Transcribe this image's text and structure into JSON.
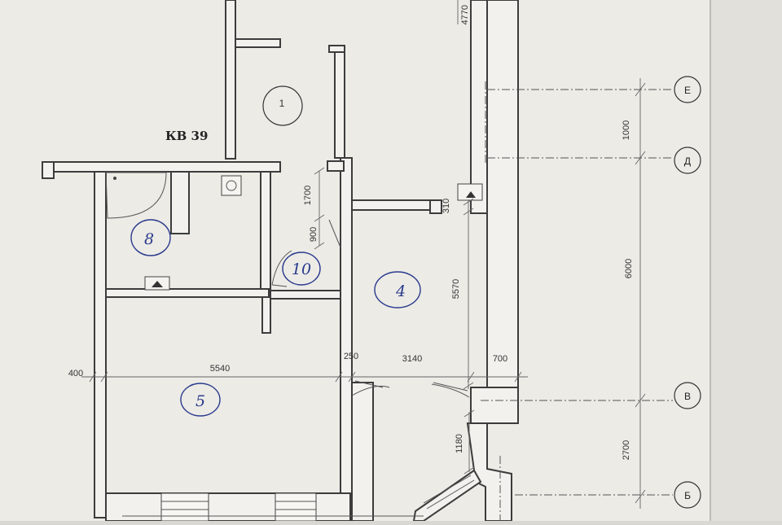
{
  "apartment_label": "КВ 39",
  "room_numbers": {
    "printed_1": "1",
    "handwritten_8": "8",
    "handwritten_10": "10",
    "handwritten_4": "4",
    "handwritten_5": "5"
  },
  "dimensions": {
    "d_4770": "4770",
    "d_1000": "1000",
    "d_1700": "1700",
    "d_310": "310",
    "d_900": "900",
    "d_6000": "6000",
    "d_5570": "5570",
    "d_400": "400",
    "d_5540": "5540",
    "d_250": "250",
    "d_3140": "3140",
    "d_700": "700",
    "d_1180": "1180",
    "d_2700": "2700"
  },
  "axes": {
    "E": "Е",
    "D": "Д",
    "V": "В",
    "B": "Б"
  },
  "colors": {
    "paper": "#ecebe6",
    "ink": "#333333",
    "handwriting": "#2b3a8c"
  }
}
